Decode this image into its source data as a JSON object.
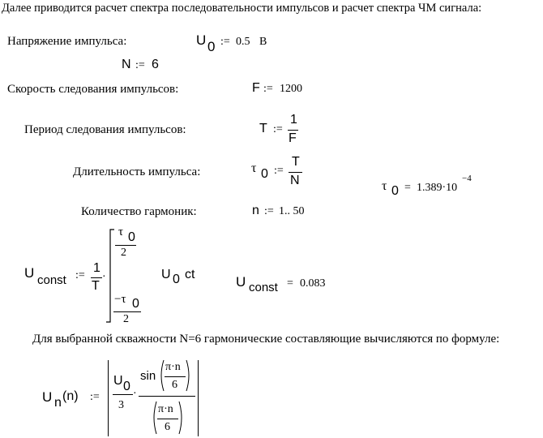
{
  "header": {
    "text": "Далее приводится расчет спектра последовательности импульсов и расчет спектра ЧМ сигнала:"
  },
  "voltage": {
    "label": "Напряжение импульса:",
    "var": "U",
    "sub": "0",
    "assign": ":=",
    "value": "0.5",
    "unit": "B"
  },
  "n_def": {
    "var": "N",
    "assign": ":=",
    "value": "6"
  },
  "freq": {
    "label": "Скорость следования импульсов:",
    "var": "F",
    "assign": ":=",
    "value": "1200"
  },
  "period": {
    "label": "Период следования импульсов:",
    "var": "T",
    "assign": ":=",
    "numerator": "1",
    "denominator": "F"
  },
  "duration": {
    "label": "Длительность импульса:",
    "var": "τ",
    "sub": "0",
    "assign": ":=",
    "numerator": "T",
    "denominator": "N",
    "result": {
      "var": "τ",
      "sub": "0",
      "eq": "=",
      "mantissa": "1.389·10",
      "exponent": "−4"
    }
  },
  "harmonics": {
    "label": "Количество гармоник:",
    "var": "n",
    "assign": ":=",
    "range": "1.. 50"
  },
  "uconst": {
    "var": "U",
    "sub": "const",
    "assign": ":=",
    "coef_num": "1",
    "coef_den": "T",
    "dot": "·",
    "upper_num": "τ",
    "upper_num_sub": "0",
    "upper_den": "2",
    "lower_num": "−τ",
    "lower_num_sub": "0",
    "lower_den": "2",
    "integrand_var": "U",
    "integrand_sub": "0",
    "integrand_tail": "ct",
    "result": {
      "var": "U",
      "sub": "const",
      "eq": "=",
      "value": "0.083"
    }
  },
  "formula_note": {
    "text": "Для выбранной скважности N=6 гармонические составляющие вычисляются по формуле:"
  },
  "un": {
    "var": "U",
    "sub": "n",
    "arg": "(n)",
    "assign": ":=",
    "frac_num": "U",
    "frac_num_sub": "0",
    "frac_den": "3",
    "dot": "·",
    "sin": "sin",
    "inner_num": "π·n",
    "inner_den": "6"
  }
}
